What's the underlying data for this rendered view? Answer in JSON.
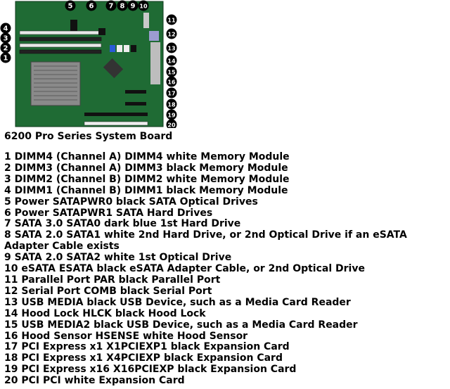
{
  "title": "6200 Pro Series System Board",
  "callouts": [
    "1",
    "2",
    "3",
    "4",
    "5",
    "6",
    "7",
    "8",
    "9",
    "10",
    "11",
    "12",
    "13",
    "14",
    "15",
    "16",
    "17",
    "18",
    "19",
    "20"
  ],
  "items": [
    "1 DIMM4 (Channel A) DIMM4 white Memory Module",
    "2 DIMM3 (Channel A) DIMM3 black Memory Module",
    "3 DIMM2 (Channel B) DIMM2 white Memory Module",
    "4 DIMM1 (Channel B) DIMM1 black Memory Module",
    "5 Power SATAPWR0 black SATA Optical Drives",
    "6 Power SATAPWR1   SATA Hard Drives",
    "7 SATA 3.0 SATA0 dark blue 1st Hard Drive",
    "8 SATA 2.0 SATA1 white 2nd Hard Drive, or 2nd Optical Drive if an eSATA Adapter Cable exists",
    "9 SATA 2.0 SATA2 white 1st Optical Drive",
    "10 eSATA ESATA black eSATA Adapter Cable, or 2nd Optical Drive",
    "11 Parallel Port PAR black Parallel Port",
    "12 Serial Port COMB black Serial Port",
    "13 USB MEDIA black USB Device, such as a Media Card Reader",
    "14 Hood Lock HLCK black Hood Lock",
    "15 USB MEDIA2 black USB Device, such as a Media Card Reader",
    "16 Hood Sensor HSENSE white Hood Sensor",
    "17 PCI Express x1 X1PCIEXP1 black Expansion Card",
    "18 PCI Express x1 X4PCIEXP black Expansion Card",
    "19 PCI Express x16 X16PCIEXP black Expansion Card",
    "20 PCI PCI white Expansion Card"
  ],
  "colors": {
    "board": "#1f6b34",
    "board_dark": "#164f27",
    "callout_bg": "#000000",
    "callout_text": "#ffffff",
    "sata_blue": "#2a5bd7"
  }
}
